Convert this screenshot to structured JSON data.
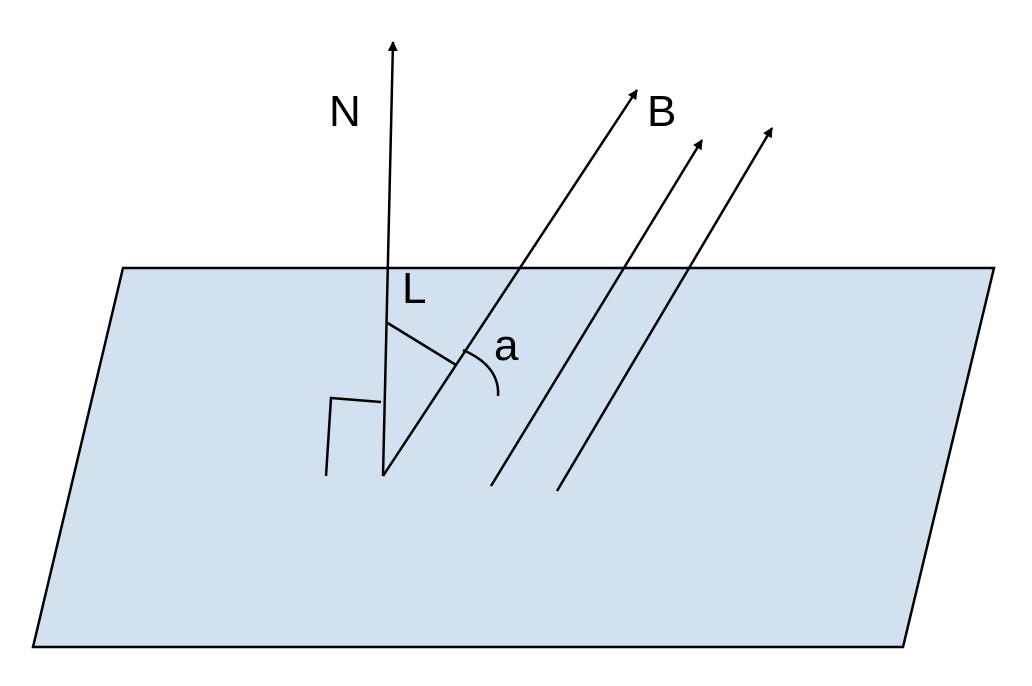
{
  "diagram": {
    "labels": {
      "normal": "N",
      "field": "B",
      "length": "L",
      "angle": "a"
    },
    "colors": {
      "plane_fill": "#d3e0f0",
      "stroke": "#000000",
      "background": "#ffffff"
    }
  }
}
